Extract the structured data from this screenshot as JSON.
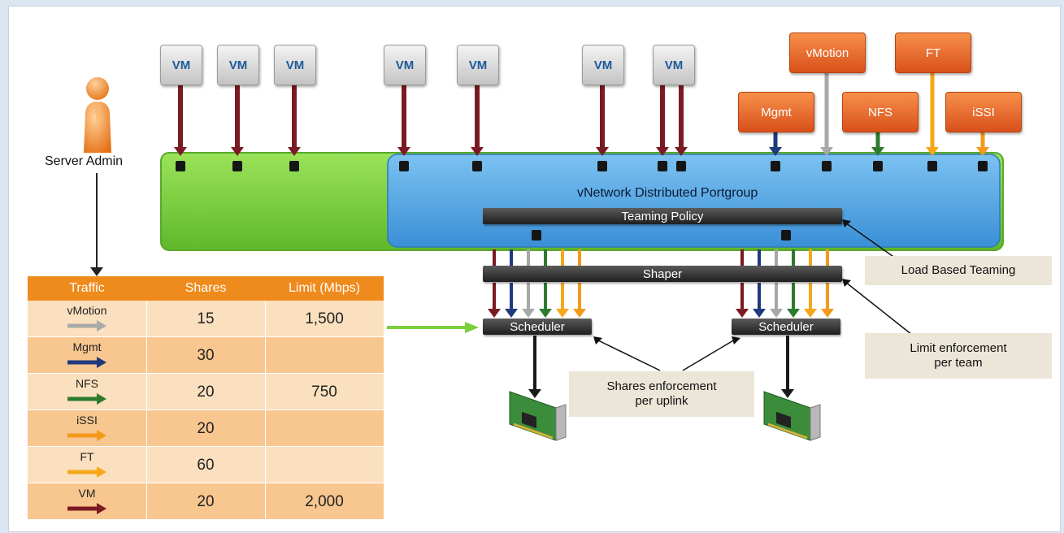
{
  "diagram": {
    "vms": [
      "VM",
      "VM",
      "VM",
      "VM",
      "VM",
      "VM",
      "VM"
    ],
    "services": {
      "vmotion": "vMotion",
      "ft": "FT",
      "mgmt": "Mgmt",
      "nfs": "NFS",
      "iscsi": "iSSI"
    },
    "server_admin": "Server Admin",
    "portgroup": "vNetwork Distributed Portgroup",
    "teaming_policy": "Teaming Policy",
    "shaper": "Shaper",
    "scheduler": "Scheduler",
    "callouts": {
      "load_based": "Load Based Teaming",
      "limit_1": "Limit enforcement",
      "limit_2": "per team",
      "shares_1": "Shares enforcement",
      "shares_2": "per uplink"
    }
  },
  "table": {
    "headers": [
      "Traffic",
      "Shares",
      "Limit (Mbps)"
    ],
    "rows": [
      {
        "traffic": "vMotion",
        "shares": "15",
        "limit": "1,500"
      },
      {
        "traffic": "Mgmt",
        "shares": "30",
        "limit": ""
      },
      {
        "traffic": "NFS",
        "shares": "20",
        "limit": "750"
      },
      {
        "traffic": "iSSI",
        "shares": "20",
        "limit": ""
      },
      {
        "traffic": "FT",
        "shares": "60",
        "limit": ""
      },
      {
        "traffic": "VM",
        "shares": "20",
        "limit": "2,000"
      }
    ]
  },
  "colors": {
    "vm": "#7b1a22",
    "vmotion": "#a8a8a8",
    "mgmt": "#1f3a7c",
    "nfs": "#2e7b2e",
    "iscsi": "#f39a1c",
    "ft": "#f5a81a",
    "header": "#ef8a1c",
    "green": "#7ccf3a",
    "blue": "#4aa6e6"
  }
}
